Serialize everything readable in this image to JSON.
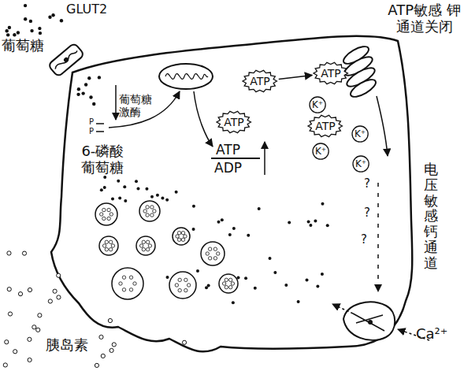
{
  "diagram": {
    "nodes": [
      {
        "text": [
          "ATP"
        ]
      },
      {
        "text": [
          "ATP"
        ]
      },
      {
        "text": [
          "ATP"
        ]
      },
      {
        "text": [
          "K⁺"
        ]
      },
      {
        "text": [
          "ATP"
        ]
      },
      {
        "text": [
          "K⁺"
        ]
      },
      {
        "text": [
          "K⁺"
        ]
      },
      {
        "text": [
          "K⁺"
        ]
      }
    ],
    "edges": [
      {
        "from": 1,
        "to": 2,
        "arrow": "to"
      }
    ],
    "labels": [
      "葡萄糖",
      "GLUT2",
      "葡萄糖 激酶",
      "P",
      "P",
      "6-磷酸 葡萄糖",
      "ATP",
      "ADP",
      "ATP敏感 钾通道关闭",
      "?",
      "?",
      "?",
      "电压敏感钙通道",
      "Ca²⁺",
      "胰岛素"
    ]
  }
}
